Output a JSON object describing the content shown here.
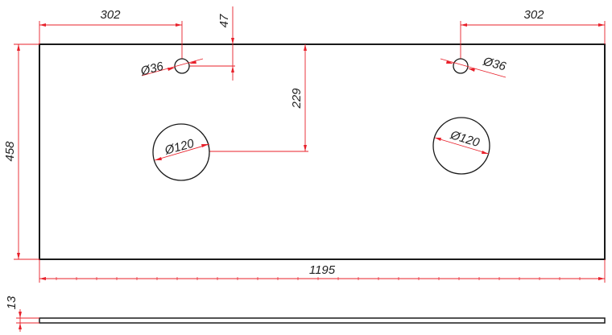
{
  "drawing": {
    "colors": {
      "outline": "#1a1a1a",
      "dimension": "#e8202a",
      "text": "#222222"
    },
    "dimensions": {
      "offset_left": "302",
      "offset_right": "302",
      "tap_offset": "47",
      "center_to_basin": "229",
      "height": "458",
      "length": "1195",
      "thickness": "13"
    },
    "holes": {
      "tap_left": "Ø36",
      "tap_right": "Ø36",
      "basin_left": "Ø120",
      "basin_right": "Ø120"
    }
  }
}
